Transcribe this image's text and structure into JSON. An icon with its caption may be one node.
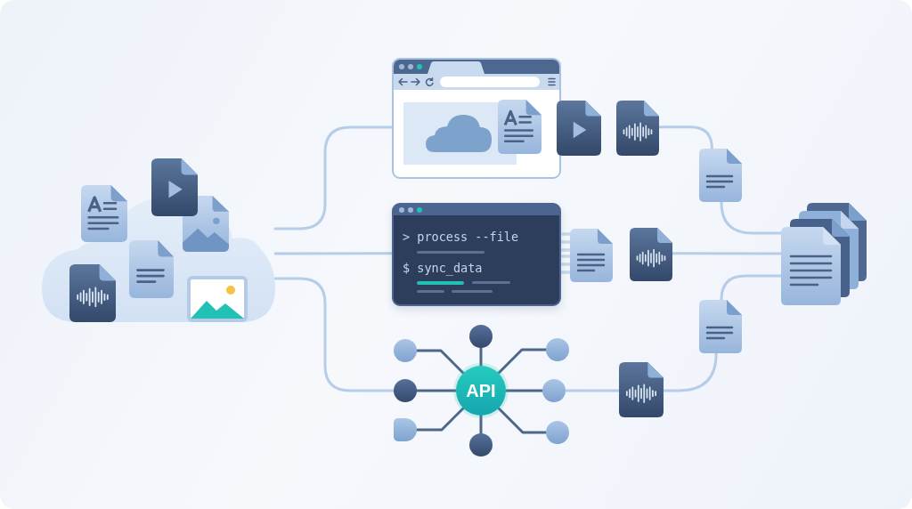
{
  "diagram": {
    "nodes": [
      {
        "text": [],
        "shape": "cloud"
      },
      {
        "text": [],
        "shape": "picture"
      },
      {
        "text": [],
        "shape": "picture",
        "in": 1
      },
      {
        "text": [],
        "shape": "picture"
      },
      {
        "text": [],
        "shape": "picture"
      },
      {
        "text": [
          "> process --file",
          "$ sync_data"
        ]
      },
      {
        "text": [],
        "shape": "picture"
      },
      {
        "text": [],
        "shape": "picture"
      },
      {
        "text": [
          "API"
        ]
      },
      {
        "text": [],
        "shape": "circle"
      },
      {
        "text": [],
        "shape": "circle"
      },
      {
        "text": [],
        "shape": "circle"
      },
      {
        "text": [],
        "shape": "circle"
      },
      {
        "text": [],
        "shape": "circle"
      },
      {
        "text": [],
        "shape": "circle"
      },
      {
        "text": [],
        "shape": "circle"
      },
      {
        "text": [],
        "shape": "circle"
      },
      {
        "text": [],
        "shape": "picture"
      },
      {
        "text": [],
        "shape": "picture"
      },
      {
        "text": [],
        "shape": "picture"
      },
      {
        "text": [],
        "shape": "picture"
      }
    ],
    "edges": [
      {
        "from": 0,
        "to": 1,
        "arrow": "none"
      },
      {
        "from": 0,
        "to": 5,
        "arrow": "none"
      },
      {
        "from": 0,
        "to": 12,
        "arrow": "none"
      },
      {
        "from": 8,
        "to": 9,
        "arrow": "none",
        "color": "#4d6789"
      },
      {
        "from": 8,
        "to": 10,
        "arrow": "none",
        "color": "#4d6789"
      },
      {
        "from": 8,
        "to": 11,
        "arrow": "none",
        "color": "#4d6789"
      },
      {
        "from": 8,
        "to": 12,
        "arrow": "none",
        "color": "#4d6789"
      },
      {
        "from": 8,
        "to": 13,
        "arrow": "none",
        "color": "#4d6789"
      },
      {
        "from": 8,
        "to": 14,
        "arrow": "none",
        "color": "#4d6789"
      },
      {
        "from": 8,
        "to": 15,
        "arrow": "none",
        "color": "#4d6789"
      },
      {
        "from": 8,
        "to": 16,
        "arrow": "none",
        "color": "#4d6789"
      },
      {
        "from": 13,
        "to": 17,
        "arrow": "none"
      },
      {
        "from": 4,
        "to": 18,
        "arrow": "none"
      },
      {
        "from": 18,
        "to": 20,
        "arrow": "none"
      },
      {
        "from": 7,
        "to": 20,
        "arrow": "none"
      },
      {
        "from": 17,
        "to": 19,
        "arrow": "none"
      },
      {
        "from": 19,
        "to": 20,
        "arrow": "none"
      }
    ]
  }
}
